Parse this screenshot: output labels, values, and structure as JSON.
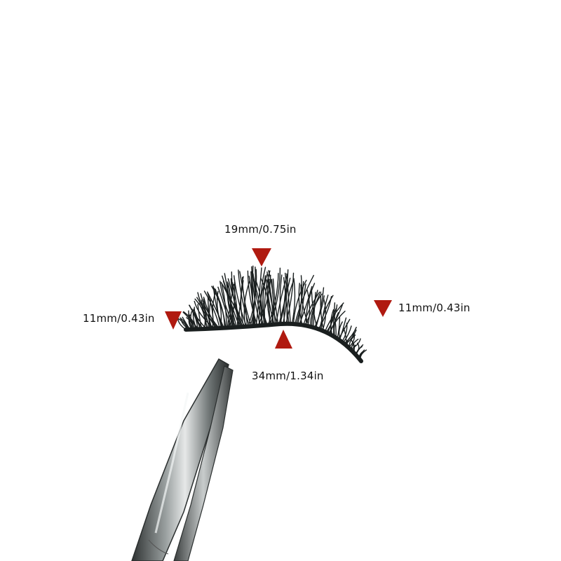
{
  "measurements": {
    "top_length": "19mm/0.75in",
    "left_length": "11mm/0.43in",
    "right_length": "11mm/0.43in",
    "band_length": "34mm/1.34in"
  },
  "colors": {
    "marker": "#b01a10",
    "lash": "#1a1f1f",
    "background": "#ffffff"
  },
  "icons": {
    "marker_down": "triangle-down-icon",
    "marker_up": "triangle-up-icon"
  }
}
